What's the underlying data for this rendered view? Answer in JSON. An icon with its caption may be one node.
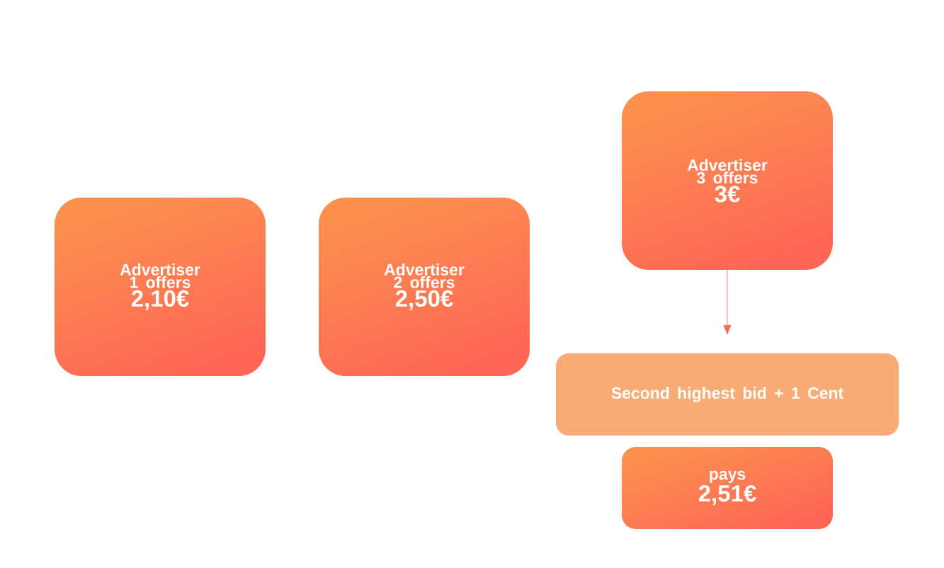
{
  "diagram": {
    "nodes": [
      {
        "text": [
          "Advertiser 1 offers",
          "2,10€"
        ]
      },
      {
        "text": [
          "Advertiser 2 offers",
          "2,50€"
        ]
      },
      {
        "text": [
          "Advertiser 3 offers",
          "3€"
        ]
      },
      {
        "text": [
          "Second highest bid + 1 Cent"
        ]
      },
      {
        "text": [
          "pays",
          "2,51€"
        ]
      }
    ],
    "edges": [
      {
        "from": 2,
        "to": 3,
        "arrow": "to"
      }
    ]
  }
}
